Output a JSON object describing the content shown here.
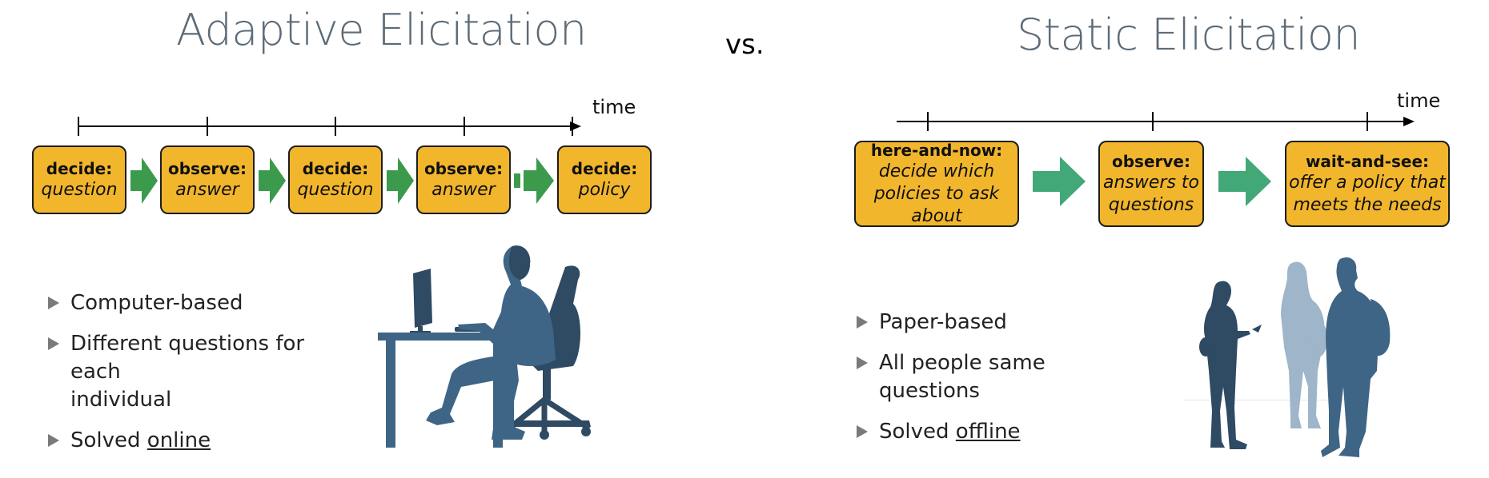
{
  "titles": {
    "left": "Adaptive Elicitation",
    "vs": "vs.",
    "right": "Static Elicitation"
  },
  "timeline_label": "time",
  "adaptive_steps": [
    {
      "head": "decide:",
      "sub": "question"
    },
    {
      "head": "observe:",
      "sub": "answer"
    },
    {
      "head": "decide:",
      "sub": "question"
    },
    {
      "head": "observe:",
      "sub": "answer"
    },
    {
      "head": "decide:",
      "sub": "policy"
    }
  ],
  "static_steps": [
    {
      "head": "here-and-now:",
      "sub1": "decide which",
      "sub2": "policies to ask about"
    },
    {
      "head": "observe:",
      "sub1": "answers to",
      "sub2": "questions"
    },
    {
      "head": "wait-and-see:",
      "sub1": "offer a policy that",
      "sub2": "meets the needs"
    }
  ],
  "adaptive_bullets": {
    "b1": "Computer-based",
    "b2a": "Different questions for each",
    "b2b": "individual",
    "b3_prefix": "Solved ",
    "b3_link": "online"
  },
  "static_bullets": {
    "b1": "Paper-based",
    "b2": "All people same questions",
    "b3_prefix": "Solved ",
    "b3_link": "offline"
  },
  "colors": {
    "box_fill": "#f2b62c",
    "arrow_green_dark": "#3c9a4c",
    "arrow_green_light": "#43a878",
    "silhouette_dark": "#2f4a63",
    "silhouette_mid": "#3e6586",
    "silhouette_light": "#9fb5c9"
  },
  "icons": [
    "person-at-computer-icon",
    "group-of-people-icon",
    "bullet-triangle-icon"
  ]
}
